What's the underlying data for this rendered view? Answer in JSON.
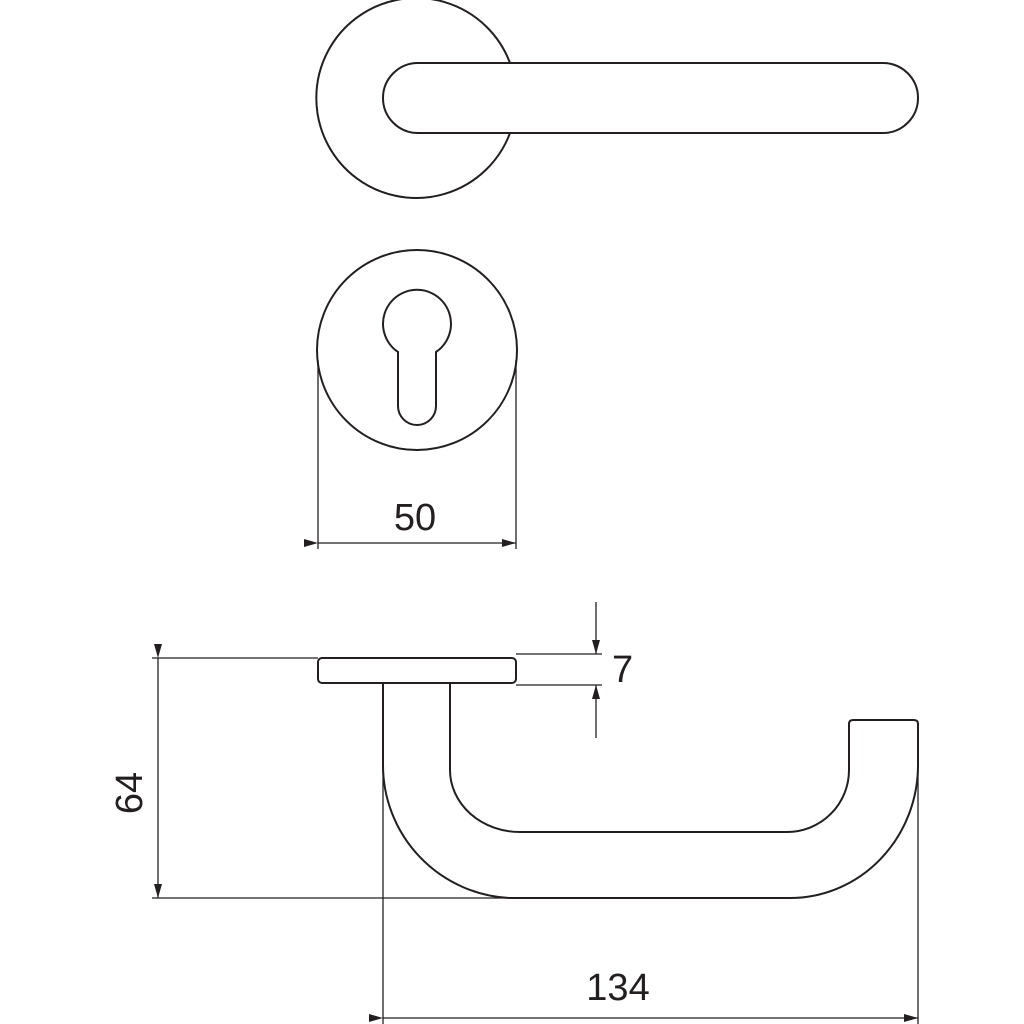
{
  "dimensions": {
    "rose_diameter": "50",
    "rose_thickness": "7",
    "lever_height": "64",
    "lever_length": "134"
  },
  "colors": {
    "line": "#231f20",
    "background": "#ffffff"
  }
}
